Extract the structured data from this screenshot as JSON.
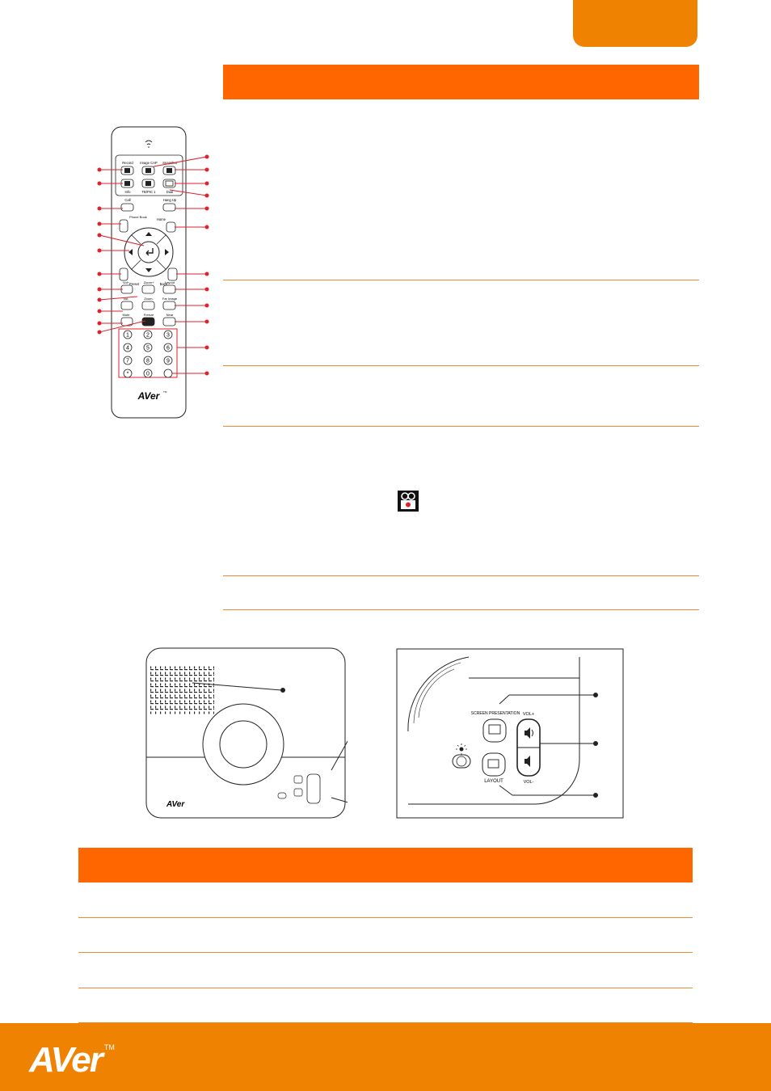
{
  "page_tab": {},
  "remote": {
    "labels": {
      "record": "Record",
      "image_cap": "Image CAP",
      "snapshot": "Snapshot",
      "info": "Info",
      "tb_pic": "TB/PIC 1",
      "dual": "Dual",
      "call": "Call",
      "hang_up": "Hang Up",
      "phone_book": "Phone Book",
      "home": "Home",
      "preset": "Preset",
      "back": "Back",
      "vol_up": "Vol+",
      "zoom_in": "Zoom+",
      "layout": "Layout",
      "vol_down": "Vol-",
      "zoom_out": "Zoom-",
      "far_image": "Far Image",
      "mute": "Mute",
      "freeze": "Freeze",
      "near_end": "Near"
    },
    "keypad": [
      "1",
      "2",
      "3",
      "4",
      "5",
      "6",
      "7",
      "8",
      "9",
      "*",
      "0",
      "#"
    ],
    "brand": "AVer",
    "brand_tm": "TM"
  },
  "unit": {
    "brand": "AVer",
    "screen_presentation": "SCREEN PRESENTATION",
    "layout": "LAYOUT",
    "vol_plus": "VOL+",
    "vol_minus": "VOL-"
  },
  "footer": {
    "logo": "AVer",
    "tm": "TM"
  },
  "colors": {
    "accent_orange": "#ef8200",
    "header_orange": "#ff6600",
    "callout_red": "#e0202a"
  },
  "icons": [
    "camera-record-icon",
    "speaker-icon",
    "light-sensor-icon"
  ]
}
